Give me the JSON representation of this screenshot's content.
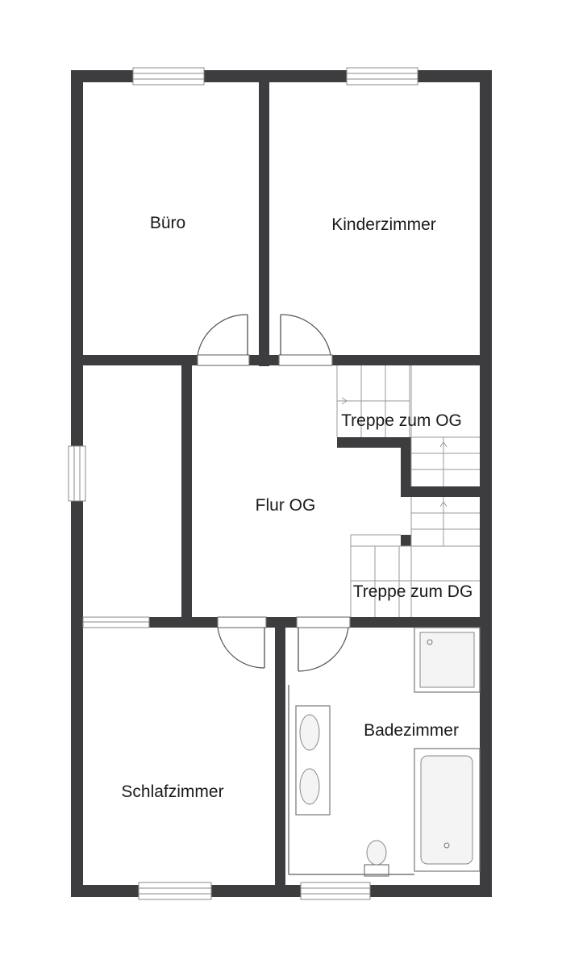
{
  "rooms": {
    "buero": "Büro",
    "kinderzimmer": "Kinderzimmer",
    "flur": "Flur OG",
    "treppe_og": "Treppe zum OG",
    "treppe_dg": "Treppe zum DG",
    "badezimmer": "Badezimmer",
    "schlafzimmer": "Schlafzimmer"
  },
  "colors": {
    "wall": "#3d3d40",
    "background": "#ffffff"
  }
}
